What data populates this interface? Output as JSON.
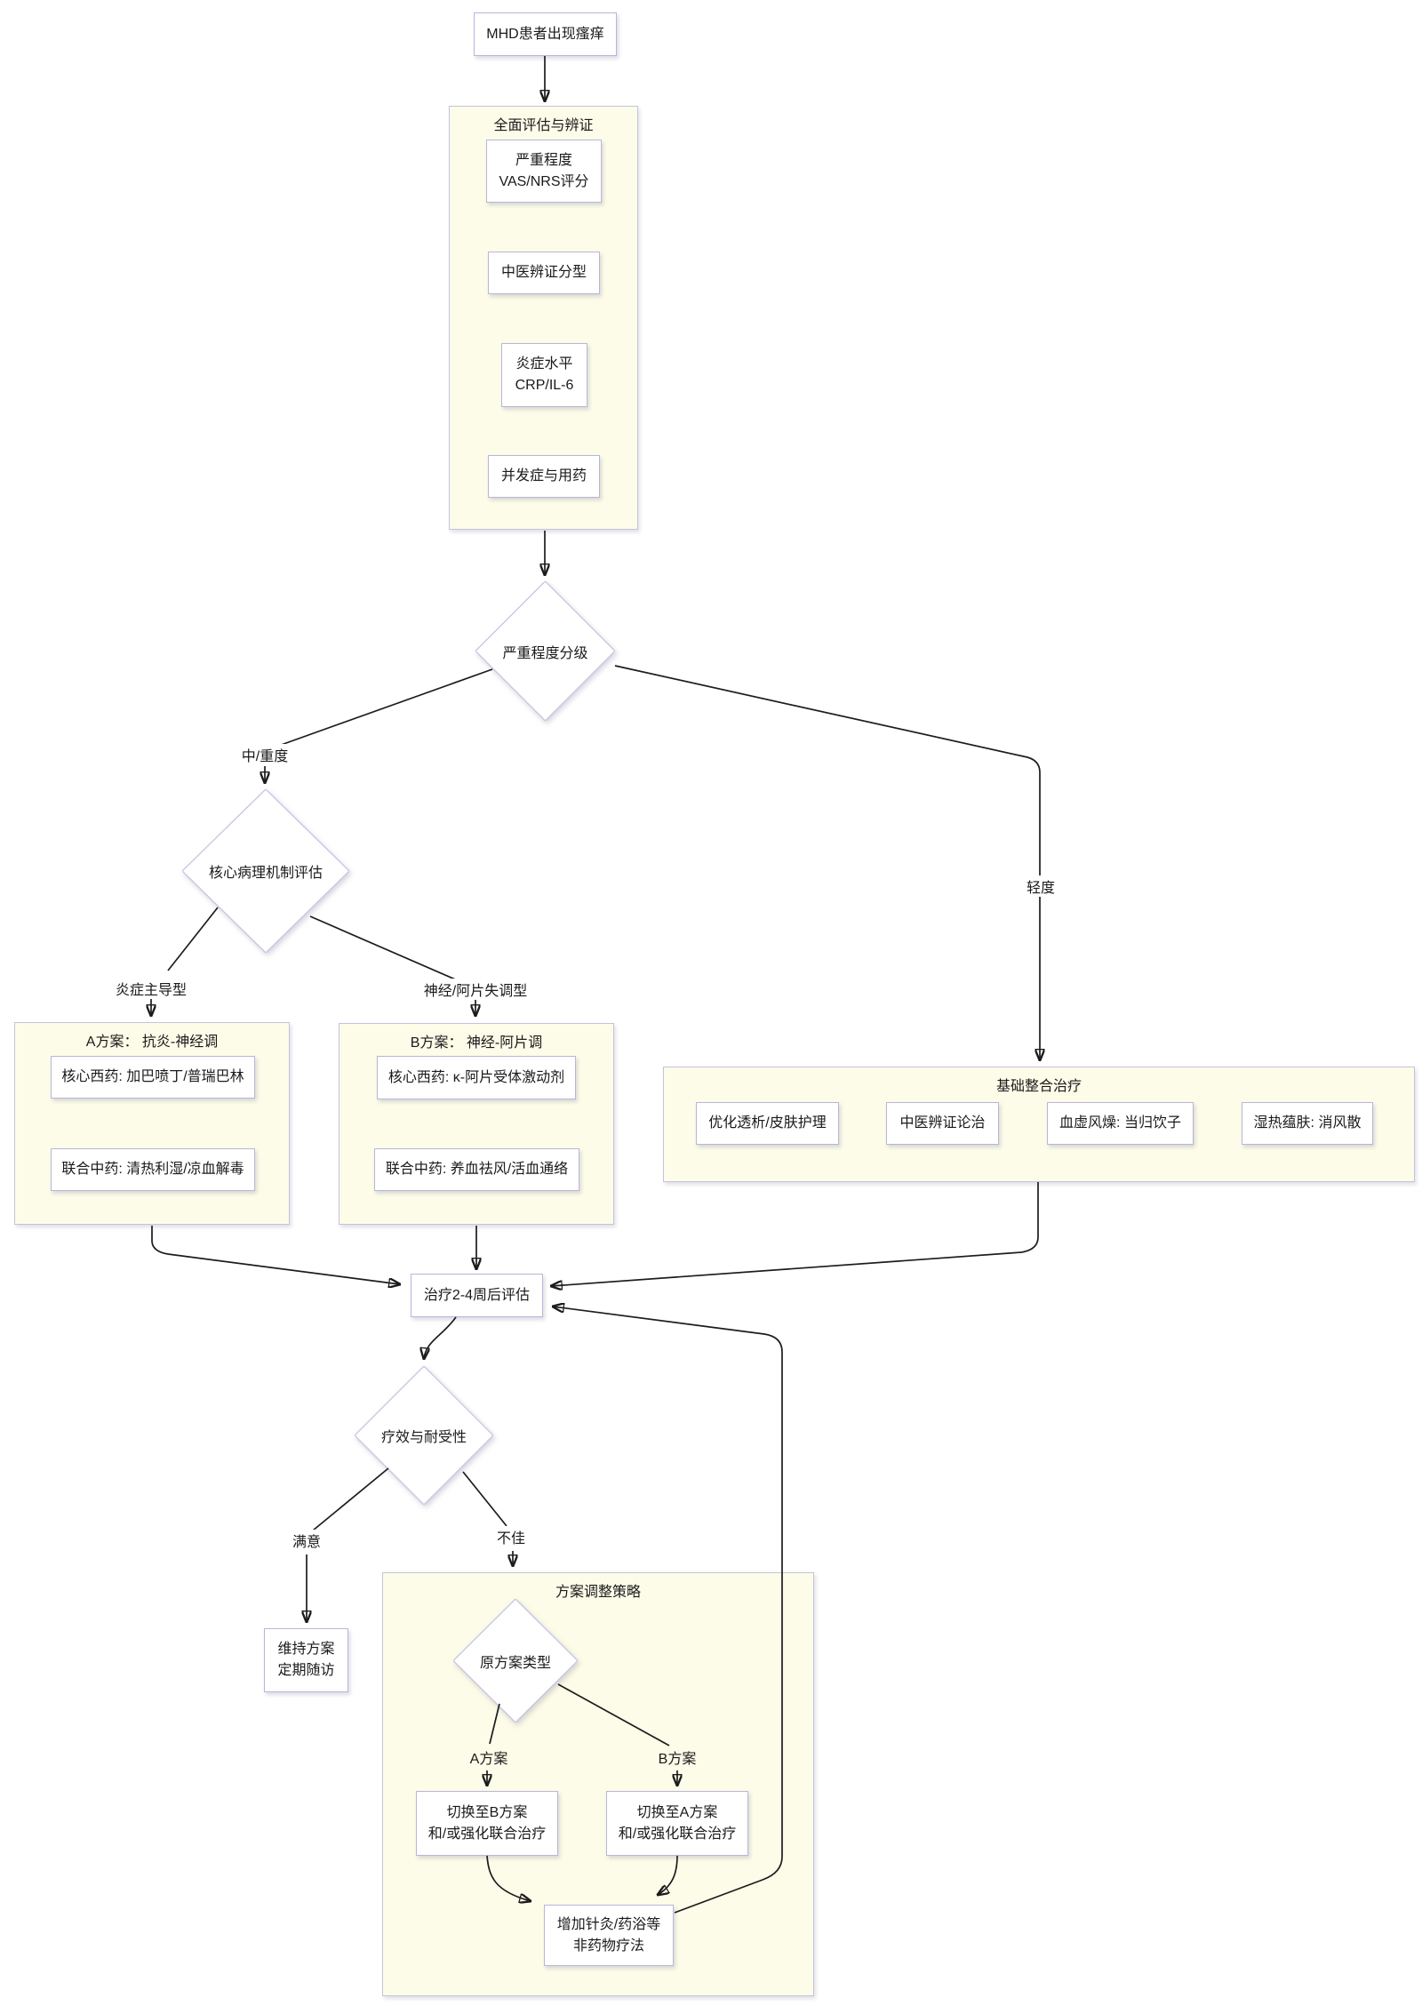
{
  "flowchart": {
    "start": {
      "text": "MHD患者出现瘙痒"
    },
    "assess": {
      "title": "全面评估与辨证",
      "severity": {
        "l1": "严重程度",
        "l2": "VAS/NRS评分"
      },
      "tcm_type": {
        "text": "中医辨证分型"
      },
      "inflammation": {
        "l1": "炎症水平",
        "l2": "CRP/IL-6"
      },
      "comorbid": {
        "text": "并发症与用药"
      }
    },
    "decision_severity": {
      "text": "严重程度分级"
    },
    "decision_mechanism": {
      "text": "核心病理机制评估"
    },
    "decision_efficacy": {
      "text": "疗效与耐受性"
    },
    "decision_original_plan": {
      "text": "原方案类型"
    },
    "plan_a": {
      "title": "A方案：  抗炎-神经调",
      "west": "核心西药: 加巴喷丁/普瑞巴林",
      "tcm": "联合中药: 清热利湿/凉血解毒"
    },
    "plan_b": {
      "title": "B方案：  神经-阿片调",
      "west": "核心西药: κ-阿片受体激动剂",
      "tcm": "联合中药: 养血祛风/活血通络"
    },
    "base_care": {
      "title": "基础整合治疗",
      "items": [
        "优化透析/皮肤护理",
        "中医辨证论治",
        "血虚风燥: 当归饮子",
        "湿热蕴肤: 消风散"
      ]
    },
    "evaluation": {
      "text": "治疗2-4周后评估"
    },
    "maintain": {
      "l1": "维持方案",
      "l2": "定期随访"
    },
    "adjust": {
      "title": "方案调整策略",
      "switch_to_b": {
        "l1": "切换至B方案",
        "l2": "和/或强化联合治疗"
      },
      "switch_to_a": {
        "l1": "切换至A方案",
        "l2": "和/或强化联合治疗"
      },
      "non_pharm": {
        "l1": "增加针灸/药浴等",
        "l2": "非药物疗法"
      }
    },
    "edge_labels": {
      "moderate_severe": "中/重度",
      "mild": "轻度",
      "inflammatory": "炎症主导型",
      "neuro_opioid": "神经/阿片失调型",
      "satisfied": "满意",
      "poor": "不佳",
      "plan_a": "A方案",
      "plan_b": "B方案"
    },
    "colors": {
      "container_fill": "#fdfce9",
      "container_border": "#c3c3dd",
      "node_fill": "#ffffff",
      "node_border": "#b7b7d8",
      "line": "#1c1c1c",
      "text": "#1a1a1a"
    }
  }
}
